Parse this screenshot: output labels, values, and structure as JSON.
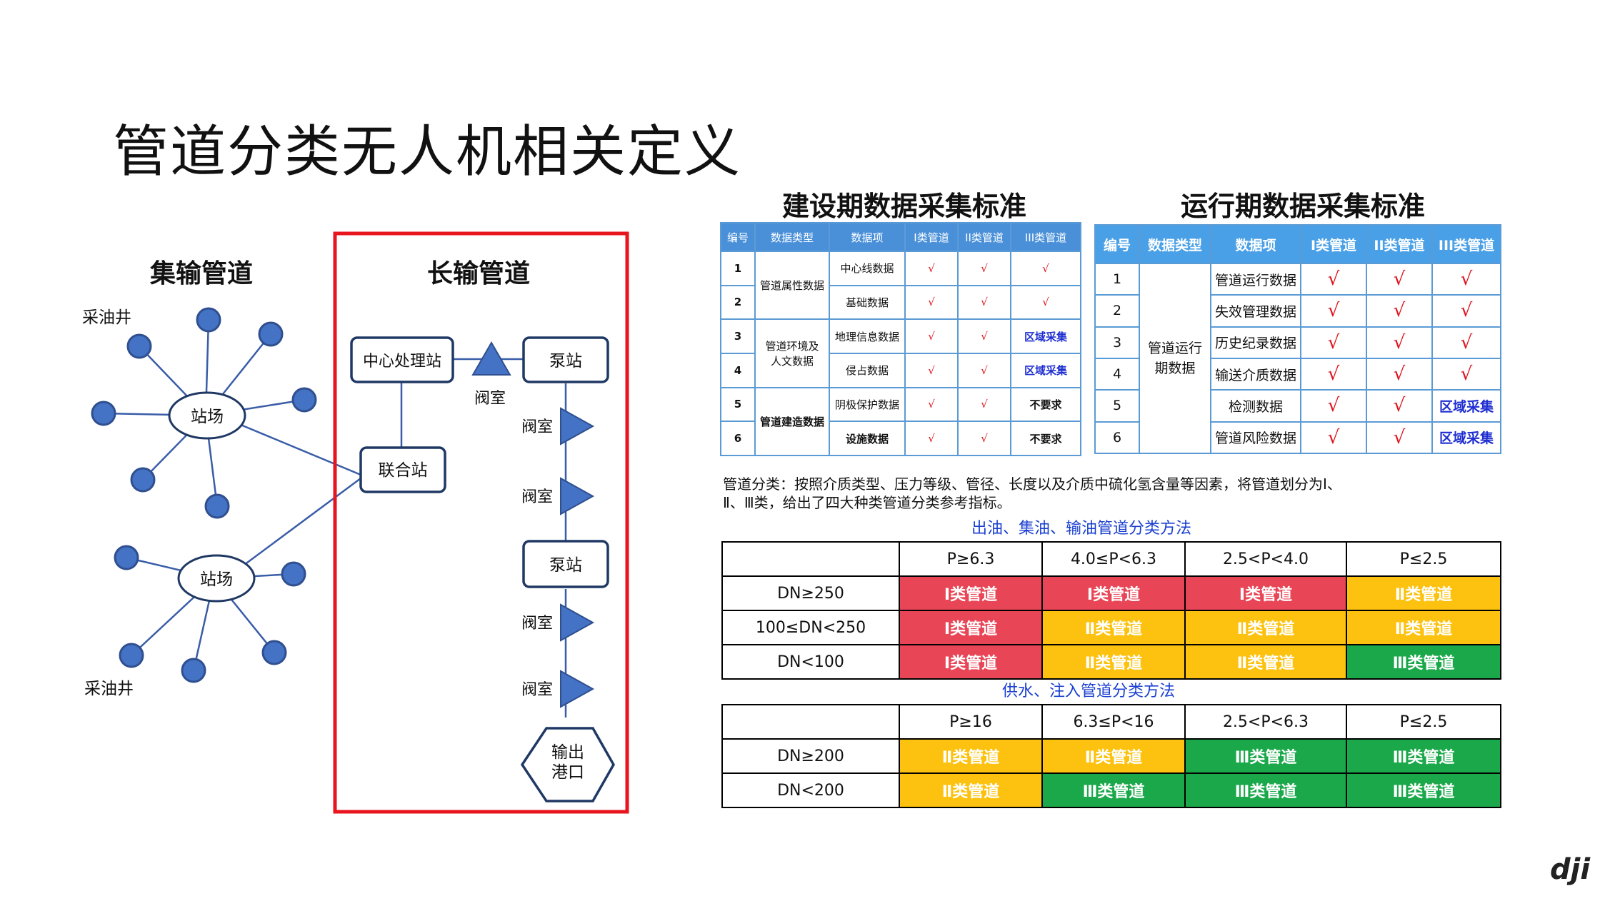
{
  "title": "管道分类无人机相关定义",
  "diagram": {
    "gathering_title": "集输管道",
    "trunk_title": "长输管道",
    "labels": {
      "well_top": "采油井",
      "well_bottom": "采油井",
      "station": "站场",
      "center": "中心处理站",
      "pump": "泵站",
      "joint": "联合站",
      "valve": "阀室",
      "export": "输出\n港口"
    },
    "colors": {
      "node": "#4472c4",
      "line": "#3a5da8",
      "frame": "#e8141e",
      "box_border": "#1f3864"
    }
  },
  "construction": {
    "title": "建设期数据采集标准",
    "headers": [
      "编号",
      "数据类型",
      "数据项",
      "I类管道",
      "II类管道",
      "III类管道"
    ],
    "rows": [
      {
        "no": "1",
        "type": "管道属性数据",
        "item": "中心线数据",
        "c1": "√",
        "c2": "√",
        "c3": "√"
      },
      {
        "no": "2",
        "item": "基础数据",
        "c1": "√",
        "c2": "√",
        "c3": "√"
      },
      {
        "no": "3",
        "type": "管道环境及人文数据",
        "item": "地理信息数据",
        "c1": "√",
        "c2": "√",
        "c3": "区域采集"
      },
      {
        "no": "4",
        "item": "侵占数据",
        "c1": "√",
        "c2": "√",
        "c3": "区域采集"
      },
      {
        "no": "5",
        "type": "管道建造数据",
        "item": "阴极保护数据",
        "c1": "√",
        "c2": "√",
        "c3": "不要求"
      },
      {
        "no": "6",
        "item": "设施数据",
        "c1": "√",
        "c2": "√",
        "c3": "不要求"
      }
    ]
  },
  "operation": {
    "title": "运行期数据采集标准",
    "headers": [
      "编号",
      "数据类型",
      "数据项",
      "I类管道",
      "II类管道",
      "III类管道"
    ],
    "type": "管道运行期数据",
    "rows": [
      {
        "no": "1",
        "item": "管道运行数据",
        "c1": "√",
        "c2": "√",
        "c3": "√"
      },
      {
        "no": "2",
        "item": "失效管理数据",
        "c1": "√",
        "c2": "√",
        "c3": "√"
      },
      {
        "no": "3",
        "item": "历史纪录数据",
        "c1": "√",
        "c2": "√",
        "c3": "√"
      },
      {
        "no": "4",
        "item": "输送介质数据",
        "c1": "√",
        "c2": "√",
        "c3": "√"
      },
      {
        "no": "5",
        "item": "检测数据",
        "c1": "√",
        "c2": "√",
        "c3": "区域采集"
      },
      {
        "no": "6",
        "item": "管道风险数据",
        "c1": "√",
        "c2": "√",
        "c3": "区域采集"
      }
    ]
  },
  "description": "管道分类：按照介质类型、压力等级、管径、长度以及介质中硫化氢含量等因素，将管道划分为Ⅰ、Ⅱ、Ⅲ类，给出了四大种类管道分类参考指标。",
  "oil_table": {
    "caption": "出油、集油、输油管道分类方法",
    "headers": [
      "",
      "P≥6.3",
      "4.0≤P<6.3",
      "2.5<P<4.0",
      "P≤2.5"
    ],
    "rows": [
      {
        "label": "DN≥250",
        "cells": [
          {
            "t": "Ⅰ类管道",
            "c": 1
          },
          {
            "t": "Ⅰ类管道",
            "c": 1
          },
          {
            "t": "Ⅰ类管道",
            "c": 1
          },
          {
            "t": "Ⅱ类管道",
            "c": 2
          }
        ]
      },
      {
        "label": "100≤DN<250",
        "cells": [
          {
            "t": "Ⅰ类管道",
            "c": 1
          },
          {
            "t": "Ⅱ类管道",
            "c": 2
          },
          {
            "t": "Ⅱ类管道",
            "c": 2
          },
          {
            "t": "Ⅱ类管道",
            "c": 2
          }
        ]
      },
      {
        "label": "DN<100",
        "cells": [
          {
            "t": "Ⅰ类管道",
            "c": 1
          },
          {
            "t": "Ⅱ类管道",
            "c": 2
          },
          {
            "t": "Ⅱ类管道",
            "c": 2
          },
          {
            "t": "Ⅲ类管道",
            "c": 3
          }
        ]
      }
    ]
  },
  "water_table": {
    "caption": "供水、注入管道分类方法",
    "headers": [
      "",
      "P≥16",
      "6.3≤P<16",
      "2.5<P<6.3",
      "P≤2.5"
    ],
    "rows": [
      {
        "label": "DN≥200",
        "cells": [
          {
            "t": "Ⅱ类管道",
            "c": 2
          },
          {
            "t": "Ⅱ类管道",
            "c": 2
          },
          {
            "t": "Ⅲ类管道",
            "c": 3
          },
          {
            "t": "Ⅲ类管道",
            "c": 3
          }
        ]
      },
      {
        "label": "DN<200",
        "cells": [
          {
            "t": "Ⅱ类管道",
            "c": 2
          },
          {
            "t": "Ⅲ类管道",
            "c": 3
          },
          {
            "t": "Ⅲ类管道",
            "c": 3
          },
          {
            "t": "Ⅲ类管道",
            "c": 3
          }
        ]
      }
    ]
  },
  "colors": {
    "class1": "#e84556",
    "class2": "#fcc20f",
    "class3": "#1aa84a"
  },
  "logo": "dji"
}
